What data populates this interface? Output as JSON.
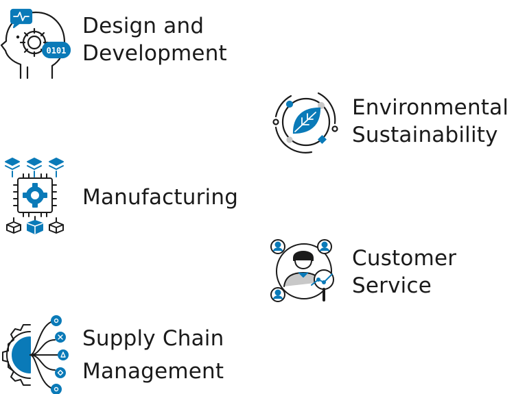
{
  "colors": {
    "accent": "#0a7ab8",
    "ink": "#1a1a1a",
    "light_gray": "#c8c8c8"
  },
  "items": [
    {
      "icon": "head-gear-icon",
      "line1": "Design and",
      "line2": "Development"
    },
    {
      "icon": "leaf-cycle-icon",
      "line1": "Environmental",
      "line2": "Sustainability"
    },
    {
      "icon": "chip-gear-icon",
      "line1": "Manufacturing"
    },
    {
      "icon": "customer-network-icon",
      "line1": "Customer",
      "line2": "Service"
    },
    {
      "icon": "gear-network-icon",
      "line1": "Supply Chain",
      "line2": "Management"
    }
  ]
}
